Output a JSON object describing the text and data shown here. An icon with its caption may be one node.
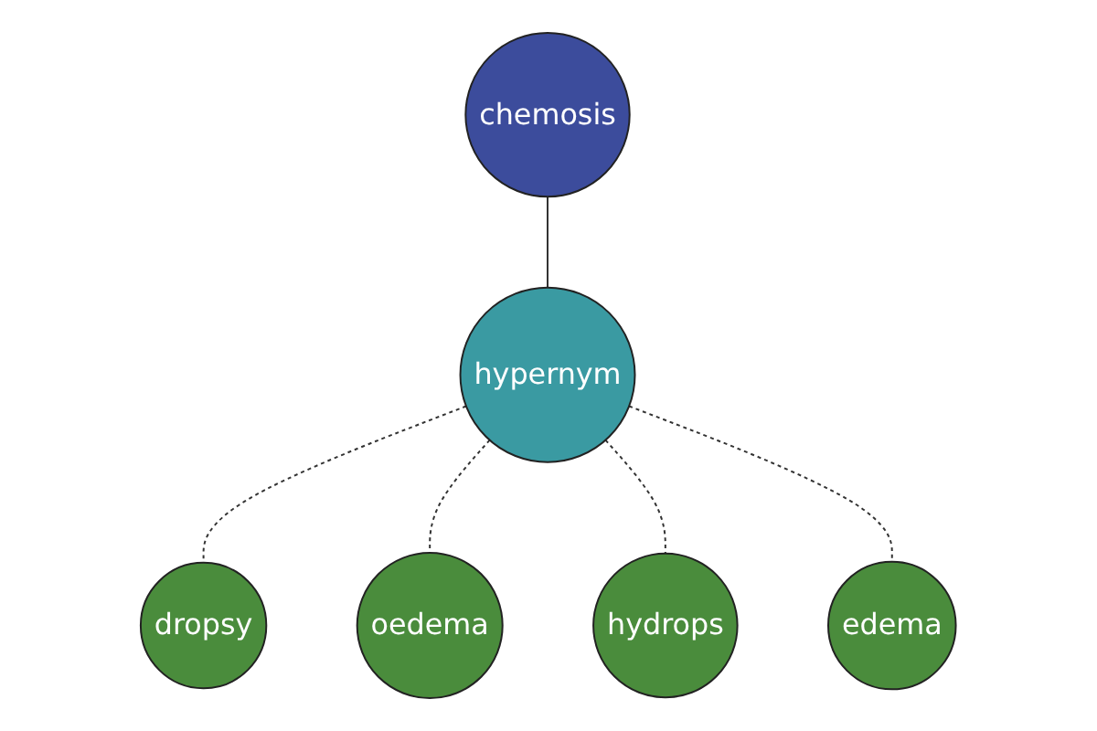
{
  "diagram": {
    "nodes": [
      {
        "text": [
          "chemosis"
        ]
      },
      {
        "text": [
          "dropsy"
        ]
      },
      {
        "text": [
          "hypernym"
        ]
      },
      {
        "text": [
          "oedema"
        ]
      },
      {
        "text": [
          "hydrops"
        ]
      },
      {
        "text": [
          "edema"
        ]
      }
    ],
    "edges": [
      {
        "from": 0,
        "to": 2,
        "arrow": "none"
      },
      {
        "from": 2,
        "to": 1,
        "arrow": "none",
        "style": "dashed"
      },
      {
        "from": 2,
        "to": 3,
        "arrow": "none",
        "style": "dashed"
      },
      {
        "from": 2,
        "to": 4,
        "arrow": "none",
        "style": "dashed"
      },
      {
        "from": 2,
        "to": 5,
        "arrow": "none",
        "style": "dashed"
      }
    ]
  }
}
